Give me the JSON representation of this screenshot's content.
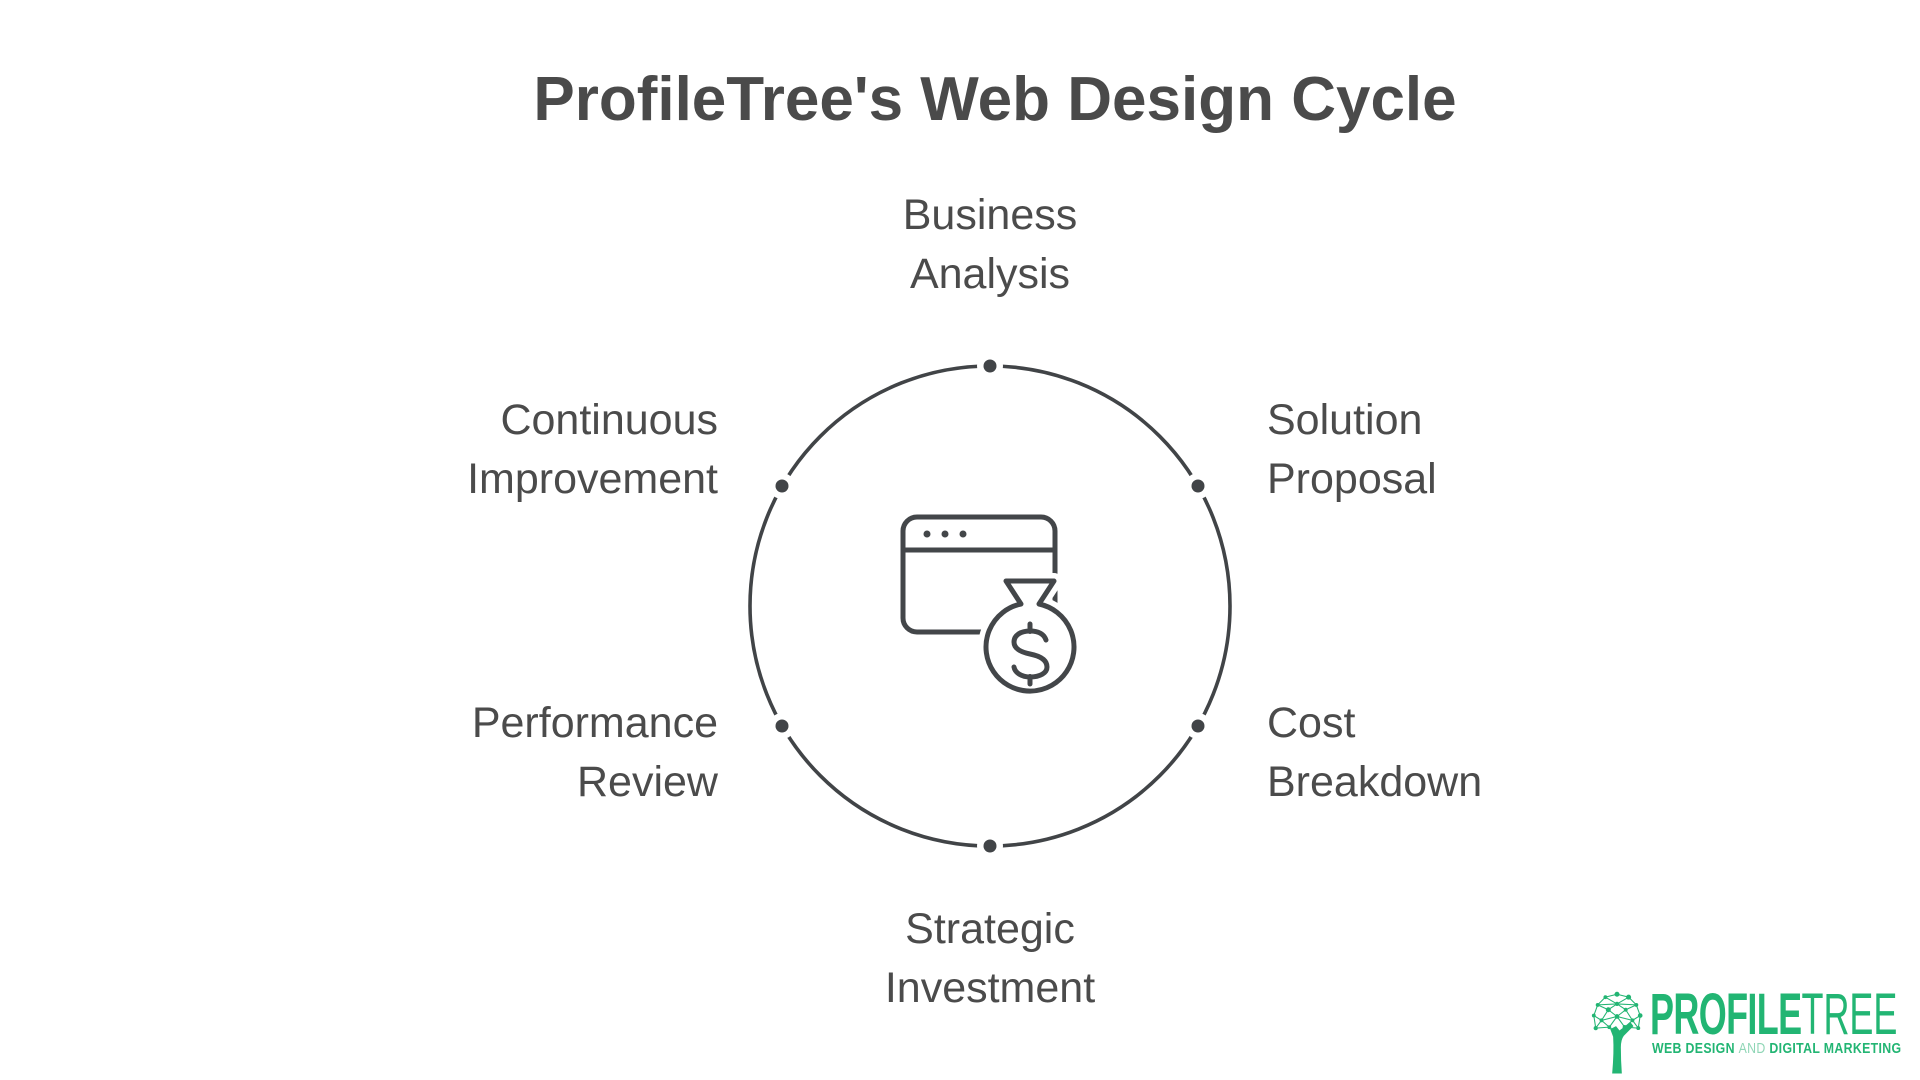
{
  "page": {
    "title": "ProfileTree's Web Design Cycle"
  },
  "cycle": {
    "type": "circular-cycle-diagram",
    "node_count": 6,
    "center_icon": "browser-window-money-bag-icon",
    "steps": [
      {
        "name": "business-analysis",
        "line1": "Business",
        "line2": "Analysis"
      },
      {
        "name": "solution-proposal",
        "line1": "Solution",
        "line2": "Proposal"
      },
      {
        "name": "cost-breakdown",
        "line1": "Cost",
        "line2": "Breakdown"
      },
      {
        "name": "strategic-investment",
        "line1": "Strategic",
        "line2": "Investment"
      },
      {
        "name": "performance-review",
        "line1": "Performance",
        "line2": "Review"
      },
      {
        "name": "continuous-improvement",
        "line1": "Continuous",
        "line2": "Improvement"
      }
    ]
  },
  "logo": {
    "icon": "network-tree-icon",
    "brand_bold": "PROFILE",
    "brand_light": "TREE",
    "tagline_bold_1": "WEB DESIGN",
    "tagline_light": "AND",
    "tagline_bold_2": "DIGITAL MARKETING"
  },
  "colors": {
    "ink_text": "#4b4b4b",
    "diagram_stroke": "#414447",
    "brand_green": "#22b573",
    "background": "#ffffff"
  }
}
